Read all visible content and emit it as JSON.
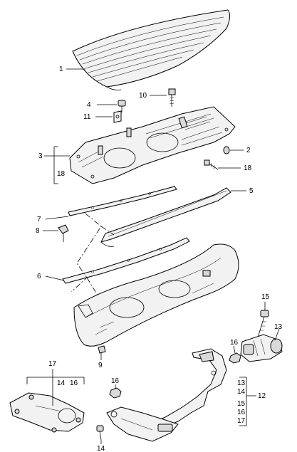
{
  "callouts": {
    "c1": "1",
    "c2": "2",
    "c3": "3",
    "c3_sub": "18",
    "c4": "4",
    "c5": "5",
    "c6": "6",
    "c7": "7",
    "c8": "8",
    "c9": "9",
    "c10": "10",
    "c11": "11",
    "c12": "12",
    "c12_subs": [
      "13",
      "14",
      "15",
      "16",
      "17"
    ],
    "c13": "13",
    "c14_bottom": "14",
    "c15": "15",
    "c16_left": "16",
    "c16_right": "16",
    "c17": "17",
    "c17_subs": [
      "14",
      "16"
    ],
    "c18": "18"
  }
}
